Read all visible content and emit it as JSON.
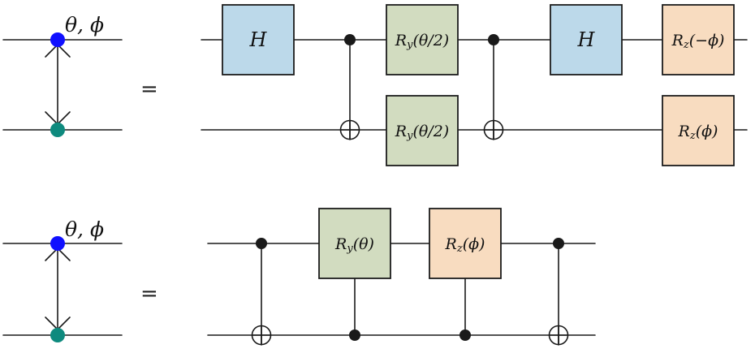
{
  "colors": {
    "hadamard_fill": "#bcd9ea",
    "ry_fill": "#d2dcc0",
    "rz_fill": "#f8dcc0",
    "node_top": "#1010ff",
    "node_bottom": "#0e8a7e",
    "control_dot": "#1a1a1a"
  },
  "top": {
    "node_label": "θ, ϕ",
    "equals": "=",
    "gates": {
      "h1": "H",
      "ry_top": "R",
      "ry_top_sub": "y",
      "ry_top_arg": "(θ/2)",
      "ry_bottom": "R",
      "ry_bottom_sub": "y",
      "ry_bottom_arg": "(θ/2)",
      "h2": "H",
      "rz_top": "R",
      "rz_top_sub": "z",
      "rz_top_arg": "(−ϕ)",
      "rz_bottom": "R",
      "rz_bottom_sub": "z",
      "rz_bottom_arg": "(ϕ)"
    }
  },
  "bottom": {
    "node_label": "θ, ϕ",
    "equals": "=",
    "gates": {
      "ry": "R",
      "ry_sub": "y",
      "ry_arg": "(θ)",
      "rz": "R",
      "rz_sub": "z",
      "rz_arg": "(ϕ)"
    }
  }
}
